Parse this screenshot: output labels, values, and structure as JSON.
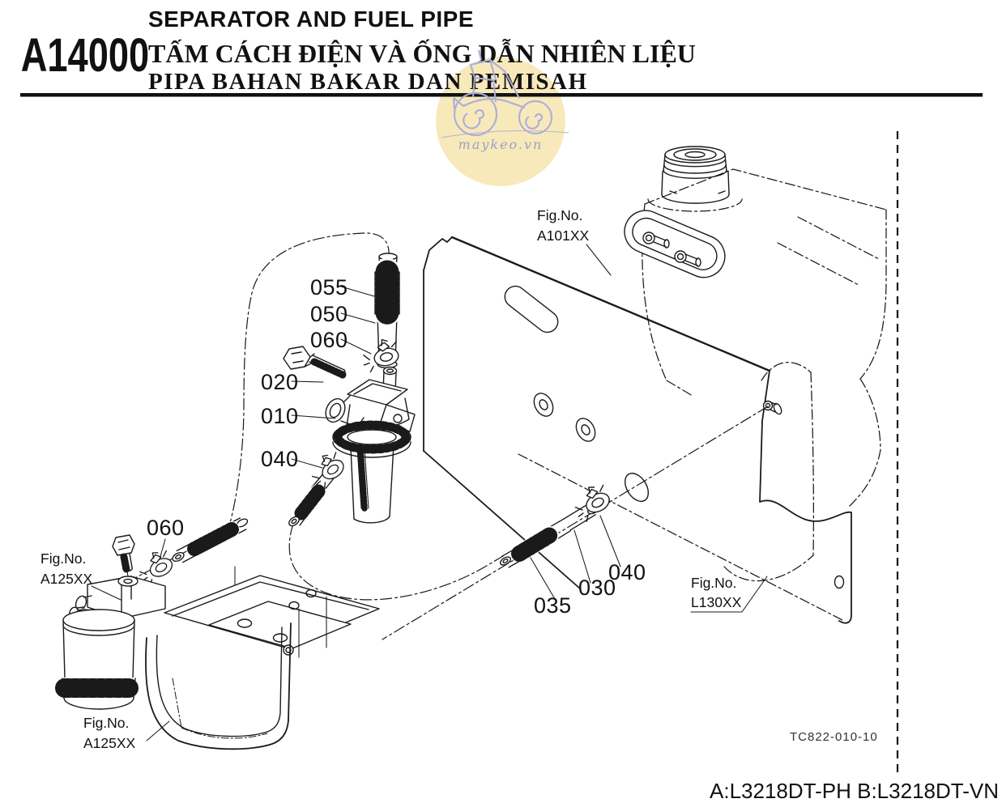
{
  "page": {
    "background": "#ffffff",
    "ink_color": "#1a1a1a"
  },
  "header": {
    "code": "A14000",
    "title_en": "SEPARATOR AND FUEL PIPE",
    "title_vi": "TẤM CÁCH ĐIỆN VÀ ỐNG DẪN NHIÊN LIỆU",
    "title_id": "PIPA BAHAN BAKAR DAN PEMISAH"
  },
  "watermark": {
    "site": "maykeo.vn",
    "circle_color": "#f8e9bb",
    "sketch_color": "#a9aed8"
  },
  "callouts": [
    "055",
    "050",
    "060",
    "020",
    "010",
    "040",
    "060",
    "035",
    "030",
    "040"
  ],
  "figures": {
    "label": "Fig.No.",
    "refs": [
      "A101XX",
      "A125XX",
      "A125XX",
      "L130XX"
    ]
  },
  "drawing_number": "TC822-010-10",
  "footer": {
    "models": "A:L3218DT-PH B:L3218DT-VN"
  }
}
